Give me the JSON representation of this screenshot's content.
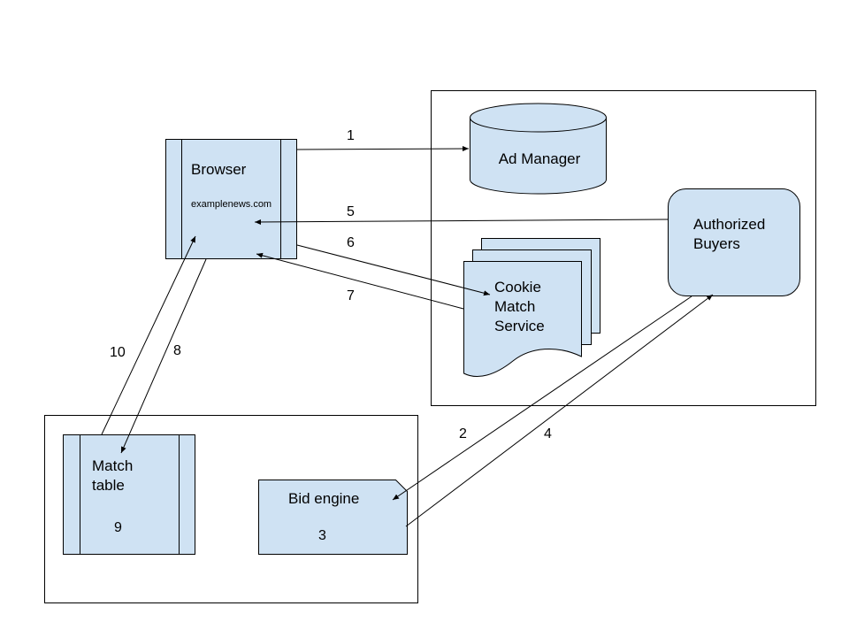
{
  "colors": {
    "fill": "#cfe2f3",
    "stroke": "#000000",
    "background": "#ffffff"
  },
  "nodes": {
    "browser": {
      "title": "Browser",
      "subtitle": "examplenews.com"
    },
    "ad_manager": {
      "label": "Ad Manager"
    },
    "authorized_buyers": {
      "line1": "Authorized",
      "line2": "Buyers"
    },
    "cookie_match": {
      "line1": "Cookie",
      "line2": "Match",
      "line3": "Service"
    },
    "match_table": {
      "line1": "Match",
      "line2": "table",
      "step": "9"
    },
    "bid_engine": {
      "label": "Bid engine",
      "step": "3"
    }
  },
  "steps": {
    "s1": "1",
    "s2": "2",
    "s4": "4",
    "s5": "5",
    "s6": "6",
    "s7": "7",
    "s8": "8",
    "s10": "10"
  }
}
